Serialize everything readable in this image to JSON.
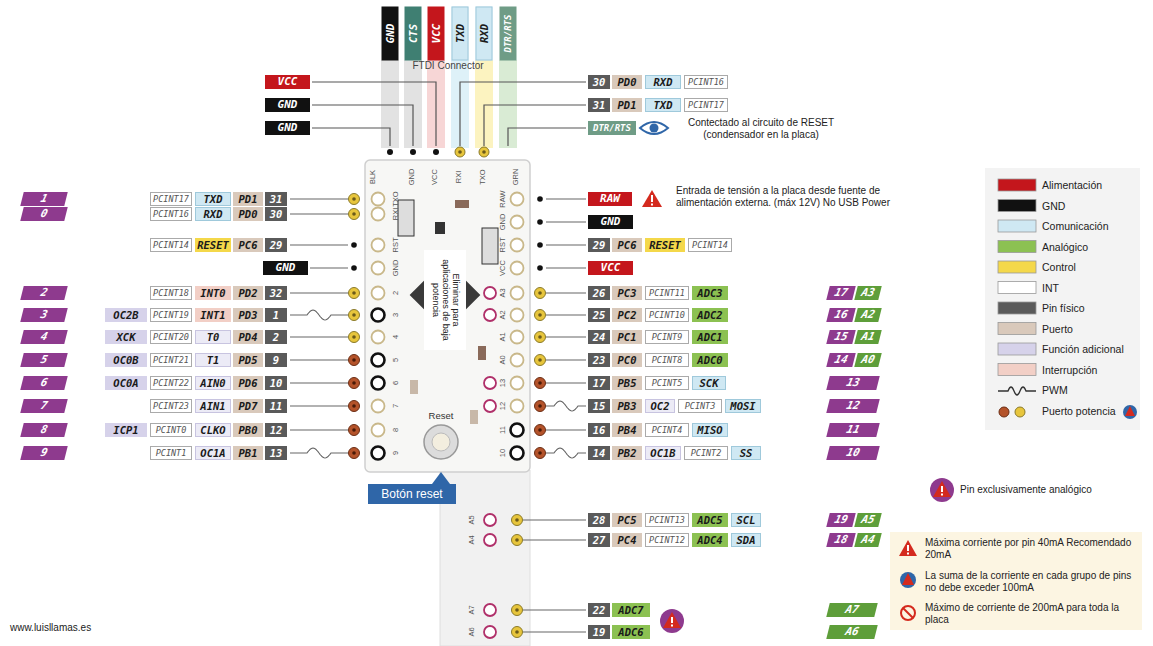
{
  "diagram": {
    "labels": [
      "GND",
      "CTS",
      "VCC",
      "TXD",
      "RXD",
      "DTR/RTS",
      "FTDI Connector",
      "VCC",
      "GND",
      "GND",
      "30",
      "PD0",
      "RXD",
      "PCINT16",
      "31",
      "PD1",
      "TXD",
      "PCINT17",
      "DTR/RTS",
      "Contectado al circuito de RESET (condensador en la placa)",
      "BLK",
      "GND",
      "VCC",
      "RXI",
      "TXO",
      "GRN",
      "1",
      "PCINT17",
      "TXD",
      "PD1",
      "31",
      "0",
      "PCINT16",
      "RXD",
      "PD0",
      "30",
      "PCINT14",
      "RESET",
      "PC6",
      "29",
      "GND",
      "2",
      "PCINT18",
      "INT0",
      "PD2",
      "32",
      "3",
      "OC2B",
      "PCINT19",
      "INT1",
      "PD3",
      "1",
      "4",
      "XCK",
      "PCINT20",
      "T0",
      "PD4",
      "2",
      "5",
      "OC0B",
      "PCINT21",
      "T1",
      "PD5",
      "9",
      "6",
      "OC0A",
      "PCINT22",
      "AIN0",
      "PD6",
      "10",
      "7",
      "PCINT23",
      "AIN1",
      "PD7",
      "11",
      "8",
      "ICP1",
      "PCINT0",
      "CLKO",
      "PB0",
      "12",
      "9",
      "PCINT1",
      "OC1A",
      "PB1",
      "13",
      "TXO",
      "RXI",
      "RST",
      "GND",
      "2",
      "3",
      "4",
      "5",
      "6",
      "7",
      "8",
      "9",
      "RAW",
      "Entrada de tensión a la placa desde fuente de alimentación externa. (máx 12V) No USB Power",
      "GND",
      "29",
      "PC6",
      "RESET",
      "PCINT14",
      "VCC",
      "26",
      "PC3",
      "PCINT11",
      "ADC3",
      "17",
      "A3",
      "25",
      "PC2",
      "PCINT10",
      "ADC2",
      "16",
      "A2",
      "24",
      "PC1",
      "PCINT9",
      "ADC1",
      "15",
      "A1",
      "23",
      "PC0",
      "PCINT8",
      "ADC0",
      "14",
      "A0",
      "17",
      "PB5",
      "PCINT5",
      "SCK",
      "13",
      "15",
      "PB3",
      "OC2",
      "PCINT3",
      "MOSI",
      "12",
      "16",
      "PB4",
      "PCINT4",
      "MISO",
      "11",
      "14",
      "PB2",
      "OC1B",
      "PCINT2",
      "SS",
      "10",
      "RAW",
      "GND",
      "RST",
      "VCC",
      "A3",
      "A2",
      "A1",
      "A0",
      "13",
      "12",
      "11",
      "10",
      "Eliminar para aplicaciones de baja potencia",
      "Reset",
      "Botón reset",
      "28",
      "PC5",
      "PCINT13",
      "ADC5",
      "SCL",
      "19",
      "A5",
      "27",
      "PC4",
      "PCINT12",
      "ADC4",
      "SDA",
      "18",
      "A4",
      "A5",
      "A4",
      "22",
      "ADC7",
      "A7",
      "19",
      "ADC6",
      "A6",
      "A7",
      "A6",
      "Pin exclusivamente analógico",
      "Máxima corriente por pin 40mA Recomendado 20mA",
      "La suma de la corriente en cada grupo de pins no debe exceder 100mA",
      "Máximo de corriente de 200mA para toda la placa",
      "www.luisllamas.es"
    ],
    "legend": [
      {
        "text": "Alimentación",
        "color": "#c4161c"
      },
      {
        "text": "GND",
        "color": "#111111"
      },
      {
        "text": "Comunicación",
        "color": "#cfe8f3"
      },
      {
        "text": "Analógico",
        "color": "#8cc152"
      },
      {
        "text": "Control",
        "color": "#f4d84a"
      },
      {
        "text": "INT",
        "color": "#ffffff"
      },
      {
        "text": "Pin físico",
        "color": "#5a5a5a"
      },
      {
        "text": "Puerto",
        "color": "#d9c9bb"
      },
      {
        "text": "Función adicional",
        "color": "#d6d2ea"
      },
      {
        "text": "Interrupción",
        "color": "#f2cfc6"
      },
      {
        "text": "PWM"
      },
      {
        "text": "Puerto potencia"
      }
    ]
  }
}
